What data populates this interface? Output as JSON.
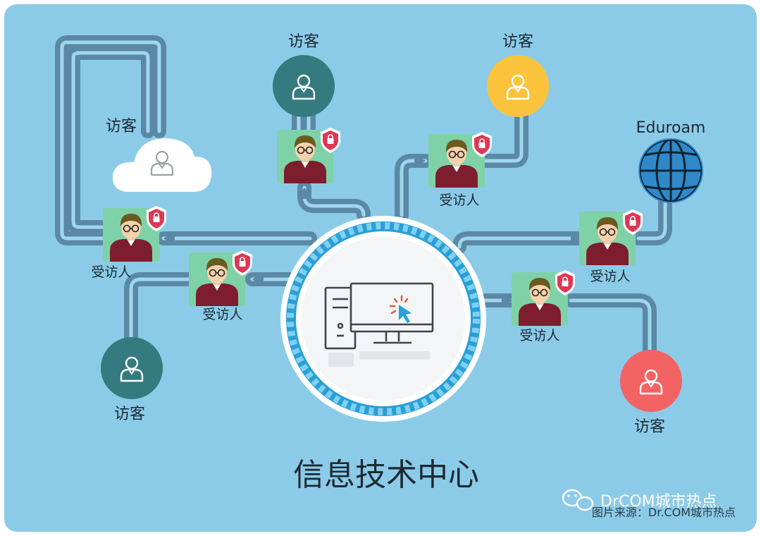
{
  "diagram": {
    "title": "信息技术中心",
    "labels": {
      "visitor": "访客",
      "host": "受访人",
      "eduroam": "Eduroam"
    },
    "watermark": {
      "brand": "DrCOM城市热点",
      "source": "图片来源：Dr.COM城市热点"
    },
    "colors": {
      "background": "#8bcbe8",
      "pipe": "#5b89a5",
      "visitor_dark_teal": "#357a7e",
      "visitor_yellow": "#fcc33c",
      "visitor_red": "#f36363",
      "shield": "#e03654",
      "globe": "#2f89c9",
      "host_tile": "#7fd2a7"
    }
  }
}
